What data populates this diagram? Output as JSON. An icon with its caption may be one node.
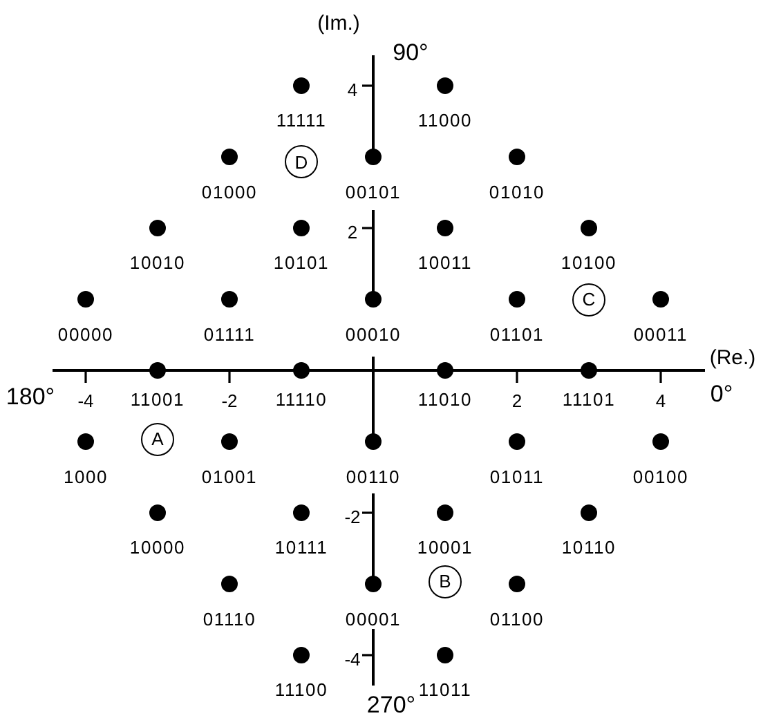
{
  "diagram": {
    "nodes": [
      {
        "text": [
          "D"
        ]
      },
      {
        "text": [
          "C"
        ]
      },
      {
        "text": [
          "A"
        ]
      },
      {
        "text": [
          "B"
        ]
      }
    ],
    "labels": [
      "(Im.)",
      "90°",
      "4",
      "11111",
      "11000",
      "01000",
      "00101",
      "01010",
      "2",
      "10010",
      "10101",
      "10011",
      "10100",
      "00000",
      "01111",
      "00010",
      "01101",
      "00011",
      "(Re.)",
      "180°",
      "-4",
      "11001",
      "-2",
      "11110",
      "11010",
      "2",
      "11101",
      "4",
      "0°",
      "1000",
      "01001",
      "00110",
      "01011",
      "00100",
      "-2",
      "10000",
      "10111",
      "10001",
      "10110",
      "01110",
      "00001",
      "01100",
      "-4",
      "11100",
      "11011",
      "270°"
    ]
  }
}
